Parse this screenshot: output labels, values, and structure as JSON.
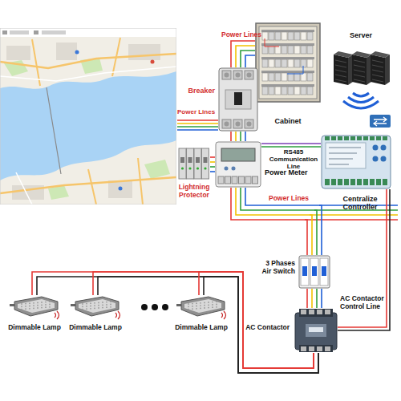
{
  "diagram": {
    "nodes": [
      {
        "text": [
          "Cabinet"
        ]
      },
      {
        "text": [
          "Server"
        ]
      },
      {
        "text": [
          "Breaker"
        ]
      },
      {
        "text": [
          "Lightning Protector"
        ]
      },
      {
        "text": [
          "Power Meter"
        ]
      },
      {
        "text": [
          "Centralize Controller"
        ]
      },
      {
        "text": [
          "3 Phases Air Switch"
        ]
      },
      {
        "text": [
          "AC Contactor"
        ]
      },
      {
        "text": [
          "Dimmable Lamp"
        ]
      },
      {
        "text": [
          "Dimmable Lamp"
        ]
      },
      {
        "text": [
          "Dimmable Lamp"
        ]
      }
    ],
    "edges": [
      {
        "from": 0,
        "to": 2,
        "arrow": "none",
        "label": "Power Lines"
      },
      {
        "from": 2,
        "to": 4,
        "arrow": "none"
      },
      {
        "from": 4,
        "to": 3,
        "arrow": "none"
      },
      {
        "from": 4,
        "to": 5,
        "arrow": "none",
        "label": "RS485 Communication Line"
      },
      {
        "from": 4,
        "to": 6,
        "arrow": "none",
        "label": "Power Lines"
      },
      {
        "from": 6,
        "to": 7,
        "arrow": "none"
      },
      {
        "from": 5,
        "to": 7,
        "arrow": "none",
        "label": "AC Contactor Control Line"
      },
      {
        "from": 7,
        "to": 8,
        "arrow": "none"
      },
      {
        "from": 7,
        "to": 9,
        "arrow": "none"
      },
      {
        "from": 7,
        "to": 10,
        "arrow": "none"
      }
    ],
    "labels": [
      "Power Lines"
    ]
  }
}
